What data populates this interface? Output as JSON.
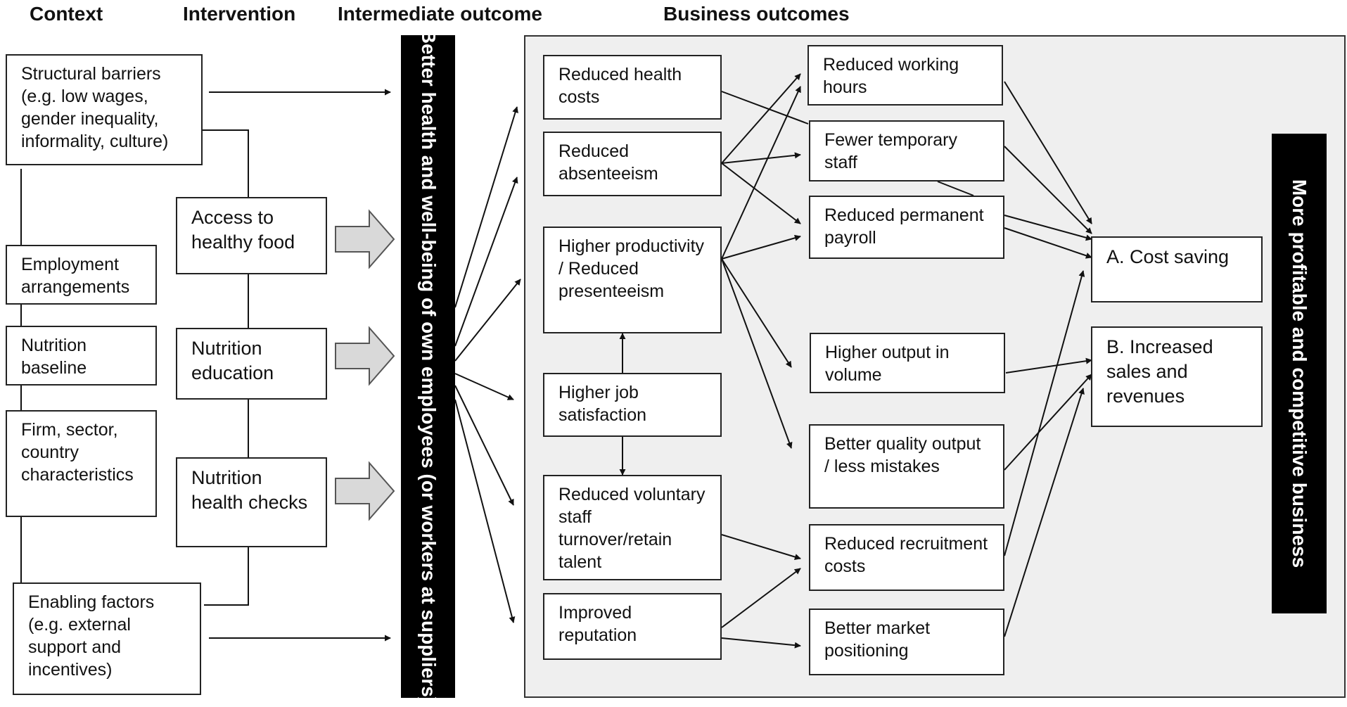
{
  "headers": {
    "context": "Context",
    "intervention": "Intervention",
    "intermediate": "Intermediate outcome",
    "business": "Business outcomes"
  },
  "context": [
    "Structural barriers (e.g. low wages, gender inequality, informality, culture)",
    "Employment arrangements",
    "Nutrition baseline",
    "Firm, sector, country characteristics",
    "Enabling factors (e.g. external support and incentives)"
  ],
  "interventions": [
    "Access to healthy food",
    "Nutrition education",
    "Nutrition health checks"
  ],
  "intermediate_outcome": "Better health and well-being of own employees (or workers at suppliers)",
  "business_outcomes_col1": [
    "Reduced health costs",
    "Reduced absenteeism",
    "Higher productivity / Reduced presenteeism",
    "Higher job satisfaction",
    "Reduced voluntary staff turnover/retain talent",
    "Improved reputation"
  ],
  "business_outcomes_col2": [
    "Reduced working hours",
    "Fewer temporary staff",
    "Reduced permanent payroll",
    "Higher output in volume",
    "Better quality output / less mistakes",
    "Reduced recruitment costs",
    "Better market positioning"
  ],
  "results": [
    "A. Cost saving",
    "B. Increased sales and revenues"
  ],
  "final_outcome": "More profitable and competitive business"
}
